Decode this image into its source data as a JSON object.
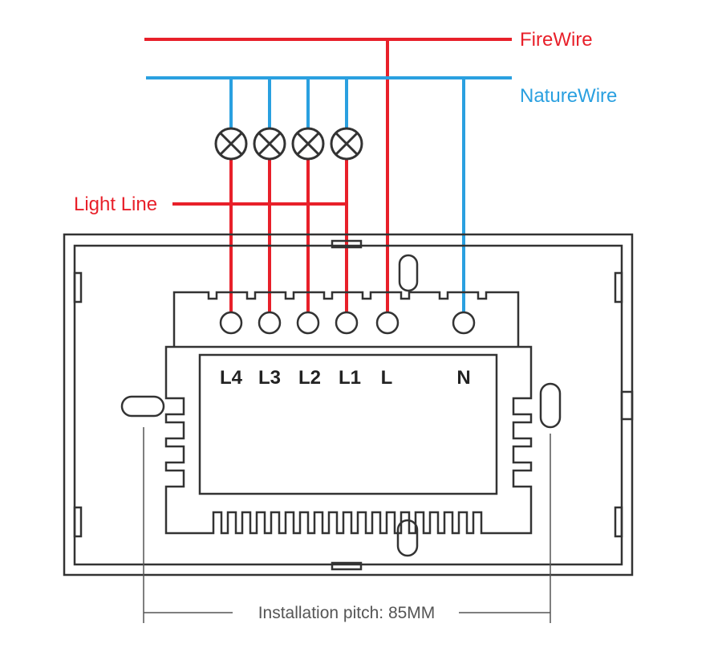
{
  "labels": {
    "fire_wire": "FireWire",
    "nature_wire": "NatureWire",
    "light_line": "Light Line",
    "pitch": "Installation pitch: 85MM"
  },
  "terminals": [
    "L4",
    "L3",
    "L2",
    "L1",
    "L",
    "N"
  ],
  "colors": {
    "fire": "#e8202a",
    "nature": "#2aa0e0",
    "outline": "#333333"
  }
}
